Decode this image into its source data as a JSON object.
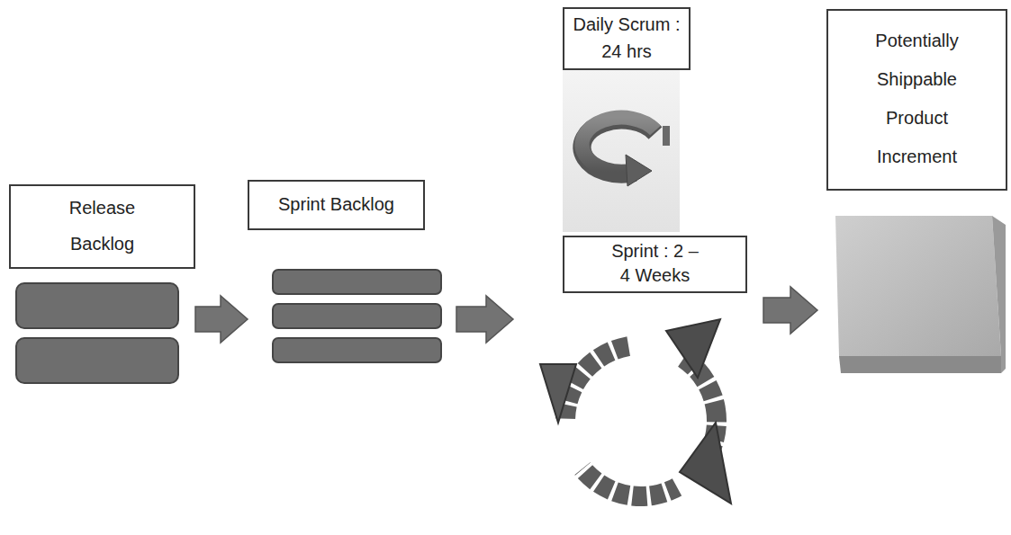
{
  "diagram": {
    "nodes": [
      {
        "text": [
          "Release Backlog"
        ]
      },
      {
        "text": [
          "Sprint Backlog"
        ]
      },
      {
        "text": [
          "Daily Scrum : 24 hrs"
        ]
      },
      {
        "text": [
          "Sprint : 2 – 4 Weeks"
        ]
      },
      {
        "text": [
          "Potentially Shippable Product Increment"
        ]
      }
    ],
    "edges": [
      {
        "from": 0,
        "to": 1,
        "arrow": "to"
      },
      {
        "from": 1,
        "to": 3,
        "arrow": "to"
      },
      {
        "from": 3,
        "to": 4,
        "arrow": "to"
      }
    ]
  }
}
